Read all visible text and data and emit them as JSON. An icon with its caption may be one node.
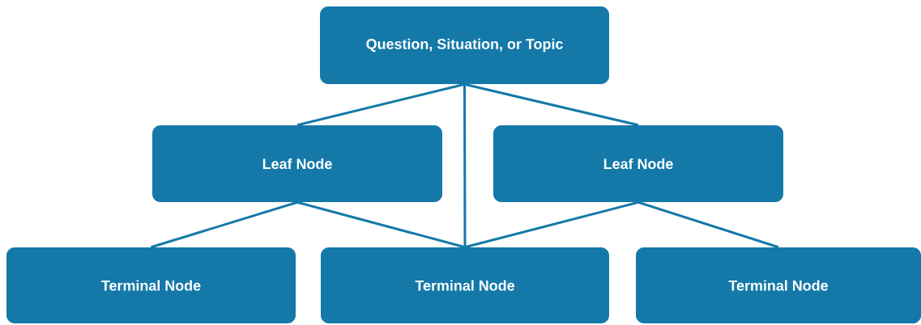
{
  "diagram": {
    "nodes": [
      {
        "text": [
          "Question, Situation, or Topic"
        ]
      },
      {
        "text": [
          "Leaf Node"
        ]
      },
      {
        "text": [
          "Leaf Node"
        ]
      },
      {
        "text": [
          "Terminal Node"
        ]
      },
      {
        "text": [
          "Terminal Node"
        ]
      },
      {
        "text": [
          "Terminal Node"
        ]
      }
    ],
    "edges": [
      {
        "from": 0,
        "to": 1,
        "arrow": "none"
      },
      {
        "from": 0,
        "to": 2,
        "arrow": "none"
      },
      {
        "from": 0,
        "to": 4,
        "arrow": "none"
      },
      {
        "from": 1,
        "to": 3,
        "arrow": "none"
      },
      {
        "from": 1,
        "to": 4,
        "arrow": "none"
      },
      {
        "from": 2,
        "to": 4,
        "arrow": "none"
      },
      {
        "from": 2,
        "to": 5,
        "arrow": "none"
      }
    ]
  }
}
